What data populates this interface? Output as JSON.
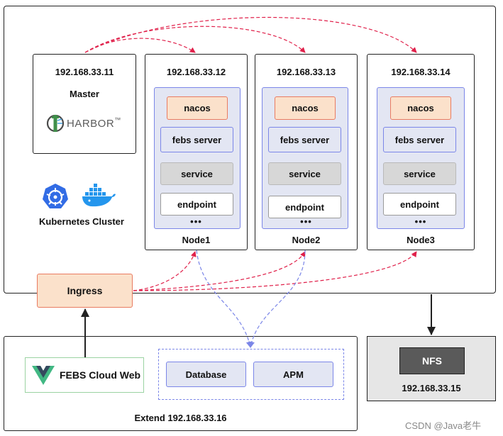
{
  "master": {
    "ip": "192.168.33.11",
    "role": "Master",
    "registry": "HARBOR",
    "tm": "™"
  },
  "cluster_label": "Kubernetes Cluster",
  "nodes": [
    {
      "ip": "192.168.33.12",
      "name": "Node1"
    },
    {
      "ip": "192.168.33.13",
      "name": "Node2"
    },
    {
      "ip": "192.168.33.14",
      "name": "Node3"
    }
  ],
  "node_components": {
    "nacos": "nacos",
    "febs": "febs server",
    "service": "service",
    "endpoint": "endpoint",
    "more": "•••"
  },
  "ingress": "Ingress",
  "extend": {
    "web": "FEBS Cloud Web",
    "database": "Database",
    "apm": "APM",
    "label": "Extend 192.168.33.16"
  },
  "nfs": {
    "label": "NFS",
    "ip": "192.168.33.15"
  },
  "watermark": "CSDN @Java老牛",
  "colors": {
    "accent_red": "#e0204a",
    "accent_blue": "#7b86e8",
    "nacos_fill": "#fbe1cb",
    "inner_fill": "#e3e6f3"
  }
}
